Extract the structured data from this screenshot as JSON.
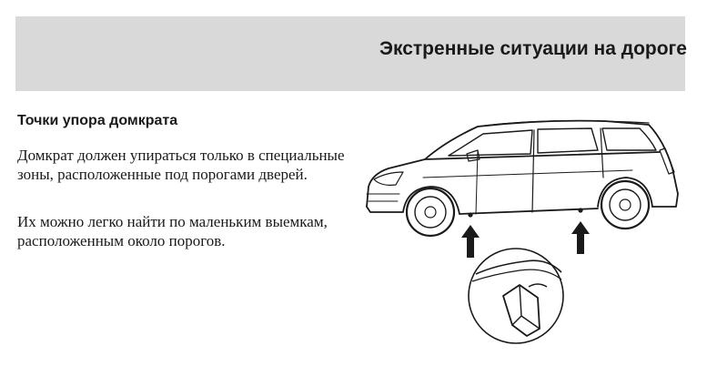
{
  "header": {
    "title": "Экстренные ситуации на дороге"
  },
  "section": {
    "heading": "Точки упора домкрата",
    "paragraphs": [
      "Домкрат должен упираться только в специальные зоны, расположенные под порогами дверей.",
      "Их можно легко найти по маленьким выемкам, расположенным около порогов."
    ]
  },
  "illustration": {
    "icons": [
      "car-side-icon",
      "jack-point-arrow-icon",
      "jack-point-detail-icon"
    ]
  }
}
